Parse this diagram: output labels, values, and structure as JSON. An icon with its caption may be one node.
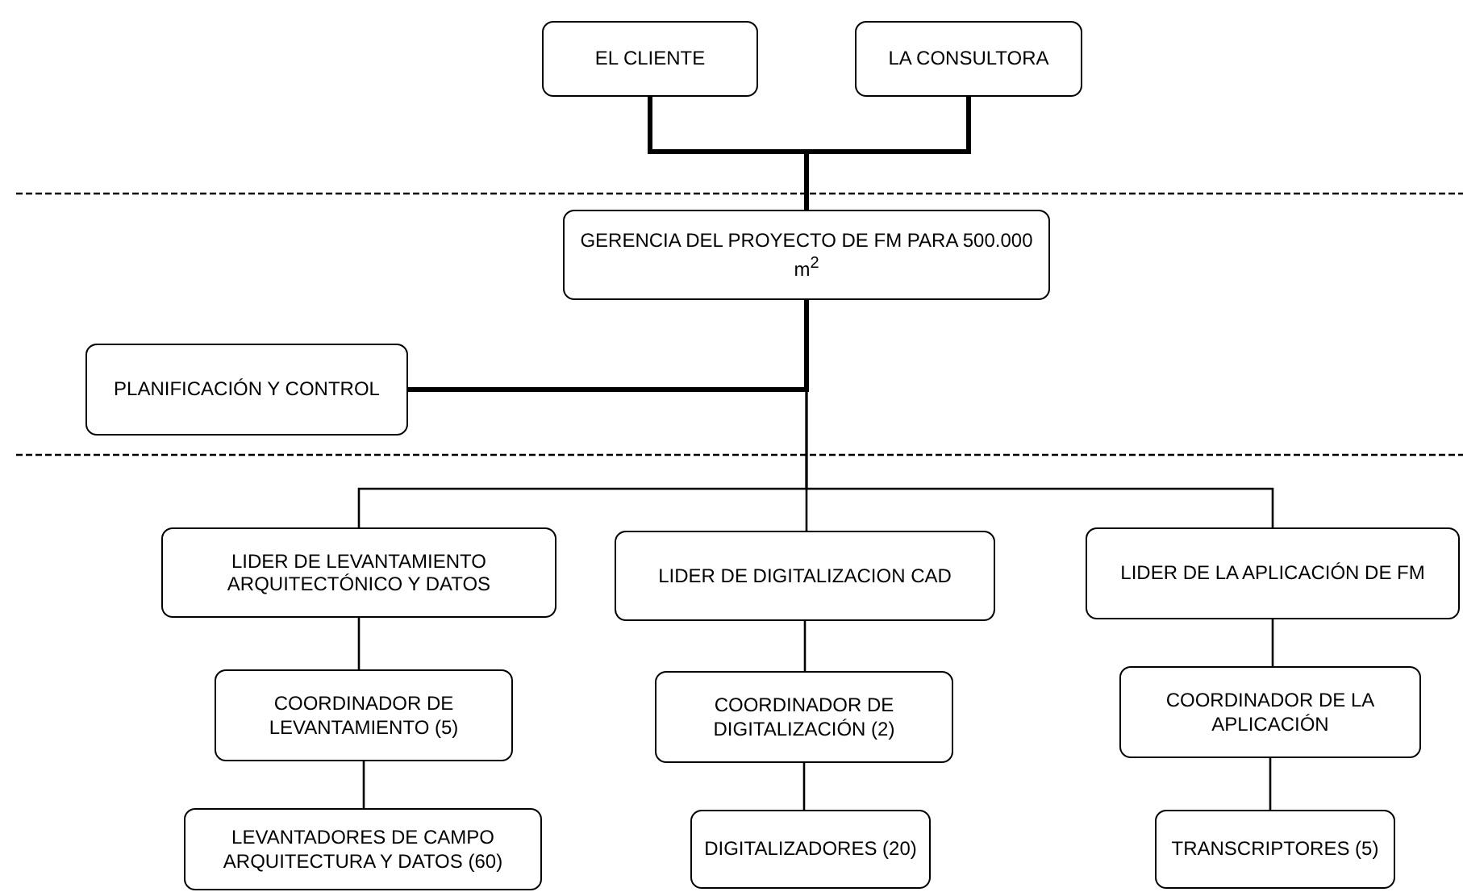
{
  "diagram": {
    "nodes": [
      {
        "text": [
          "EL CLIENTE"
        ]
      },
      {
        "text": [
          "LA CONSULTORA"
        ]
      },
      {
        "text": [
          "GERENCIA DEL PROYECTO DE FM PARA 500.000 m$^{2}$"
        ]
      },
      {
        "text": [
          "PLANIFICACIÓN Y CONTROL"
        ]
      },
      {
        "text": [
          "LIDER DE LEVANTAMIENTO ARQUITECTÓNICO Y DATOS"
        ]
      },
      {
        "text": [
          "LIDER DE DIGITALIZACION CAD"
        ]
      },
      {
        "text": [
          "LIDER DE LA APLICACIÓN DE FM"
        ]
      },
      {
        "text": [
          "COORDINADOR DE LEVANTAMIENTO (5)"
        ]
      },
      {
        "text": [
          "COORDINADOR DE DIGITALIZACIÓN (2)"
        ]
      },
      {
        "text": [
          "COORDINADOR DE LA APLICACIÓN"
        ]
      },
      {
        "text": [
          "LEVANTADORES DE CAMPO ARQUITECTURA Y DATOS (60)"
        ]
      },
      {
        "text": [
          "DIGITALIZADORES (20)"
        ]
      },
      {
        "text": [
          "TRANSCRIPTORES (5)"
        ]
      }
    ],
    "edges": [
      {
        "from": 0,
        "to": 2,
        "arrow": "none",
        "style": "thick"
      },
      {
        "from": 1,
        "to": 2,
        "arrow": "none",
        "style": "thick"
      },
      {
        "from": 2,
        "to": 3,
        "arrow": "none",
        "style": "thick"
      },
      {
        "from": 2,
        "to": 4,
        "arrow": "none"
      },
      {
        "from": 2,
        "to": 5,
        "arrow": "none"
      },
      {
        "from": 2,
        "to": 6,
        "arrow": "none"
      },
      {
        "from": 4,
        "to": 7,
        "arrow": "none"
      },
      {
        "from": 5,
        "to": 8,
        "arrow": "none"
      },
      {
        "from": 6,
        "to": 9,
        "arrow": "none"
      },
      {
        "from": 7,
        "to": 10,
        "arrow": "none"
      },
      {
        "from": 8,
        "to": 11,
        "arrow": "none"
      },
      {
        "from": 9,
        "to": 12,
        "arrow": "none"
      }
    ]
  }
}
